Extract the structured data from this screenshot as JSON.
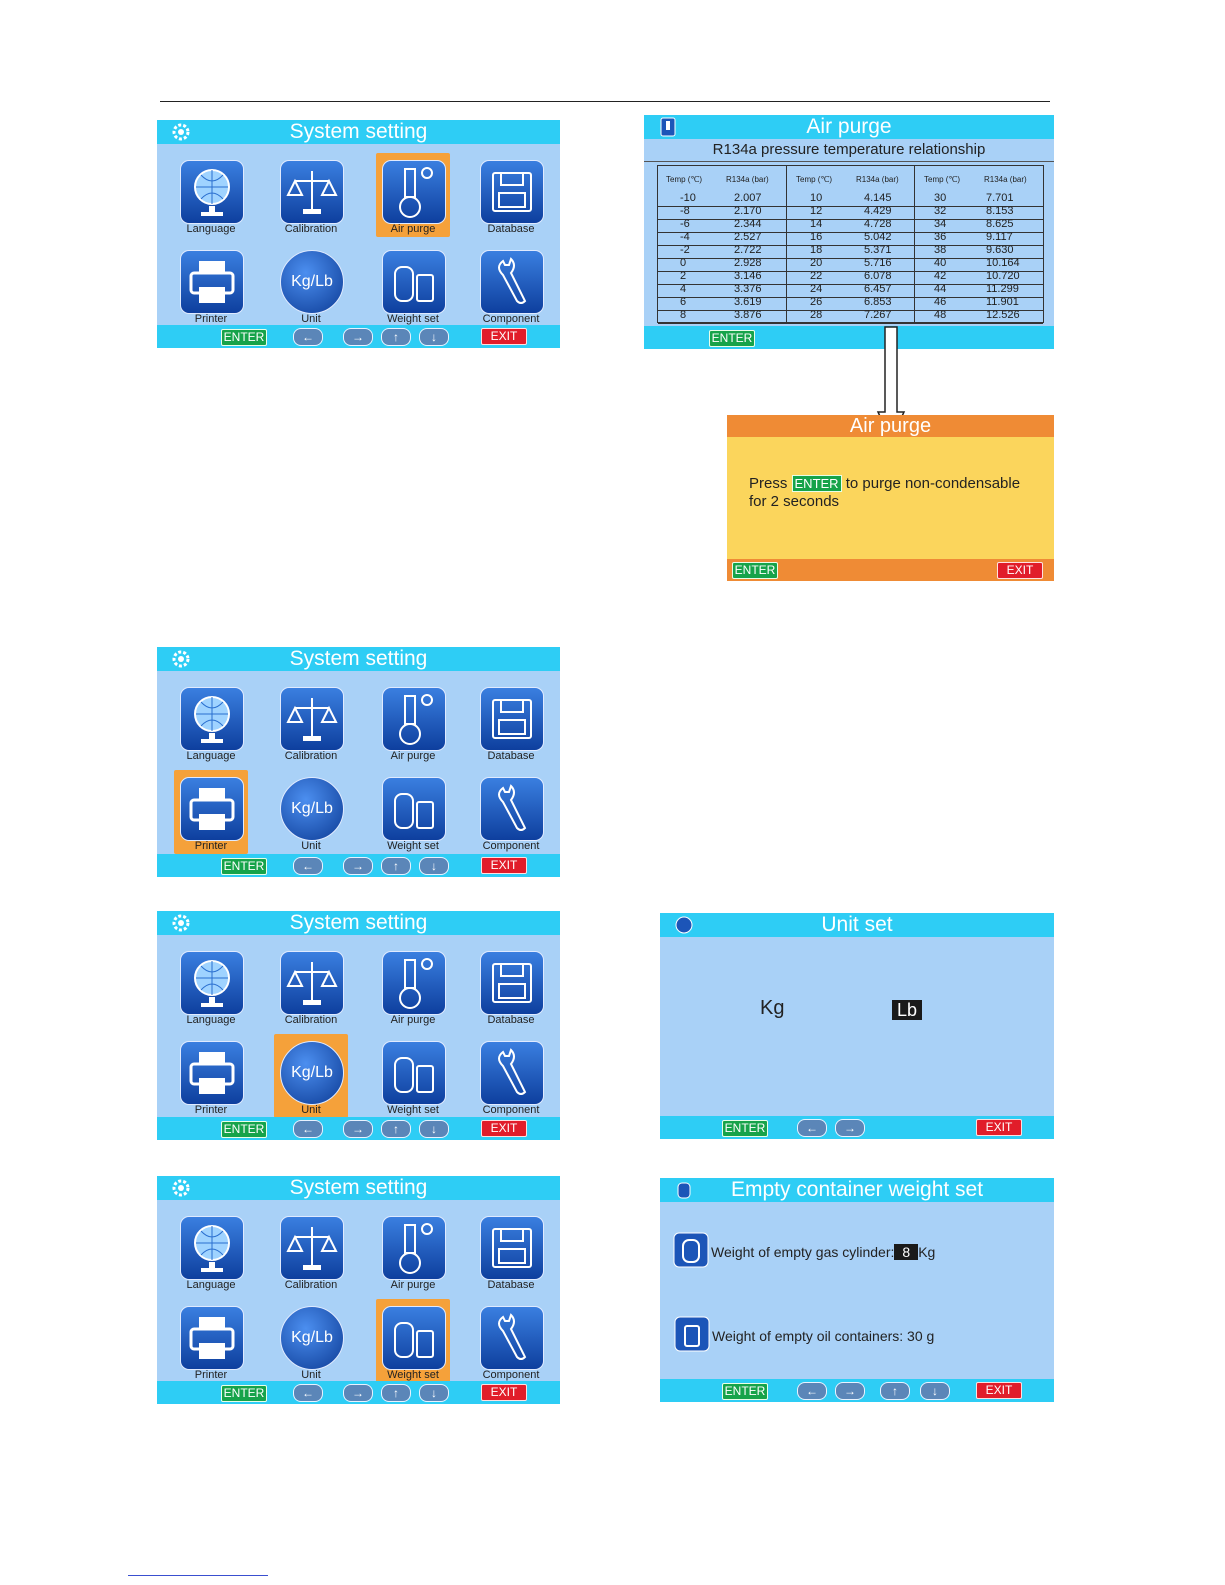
{
  "buttons": {
    "enter": "ENTER",
    "exit": "EXIT",
    "left": "←",
    "right": "→",
    "up": "↑",
    "down": "↓"
  },
  "system_setting": {
    "title": "System setting",
    "items": [
      "Language",
      "Calibration",
      "Air purge",
      "Database",
      "Printer",
      "Unit",
      "Weight set",
      "Component"
    ],
    "unit_icon_text": "Kg/Lb"
  },
  "air_purge": {
    "title": "Air purge",
    "subtitle": "R134a pressure temperature relationship",
    "headers": [
      "Temp (℃)",
      "R134a (bar)",
      "Temp (℃)",
      "R134a (bar)",
      "Temp (℃)",
      "R134a (bar)"
    ],
    "rows": [
      [
        "-10",
        "2.007",
        "10",
        "4.145",
        "30",
        "7.701"
      ],
      [
        "-8",
        "2.170",
        "12",
        "4.429",
        "32",
        "8.153"
      ],
      [
        "-6",
        "2.344",
        "14",
        "4.728",
        "34",
        "8.625"
      ],
      [
        "-4",
        "2.527",
        "16",
        "5.042",
        "36",
        "9.117"
      ],
      [
        "-2",
        "2.722",
        "18",
        "5.371",
        "38",
        "9.630"
      ],
      [
        "0",
        "2.928",
        "20",
        "5.716",
        "40",
        "10.164"
      ],
      [
        "2",
        "3.146",
        "22",
        "6.078",
        "42",
        "10.720"
      ],
      [
        "4",
        "3.376",
        "24",
        "6.457",
        "44",
        "11.299"
      ],
      [
        "6",
        "3.619",
        "26",
        "6.853",
        "46",
        "11.901"
      ],
      [
        "8",
        "3.876",
        "28",
        "7.267",
        "48",
        "12.526"
      ]
    ]
  },
  "air_purge_confirm": {
    "title": "Air purge",
    "msg_prefix": "Press",
    "msg_suffix": "to purge non-condensable",
    "msg_line2": "for 2 seconds"
  },
  "unit_set": {
    "title": "Unit set",
    "kg": "Kg",
    "lb": "Lb"
  },
  "weight_set": {
    "title": "Empty container weight  set",
    "cylinder_label": "Weight of empty gas cylinder:",
    "cylinder_value": "8",
    "cylinder_unit": "Kg",
    "oil_label": "Weight of empty oil containers: 30 g"
  }
}
